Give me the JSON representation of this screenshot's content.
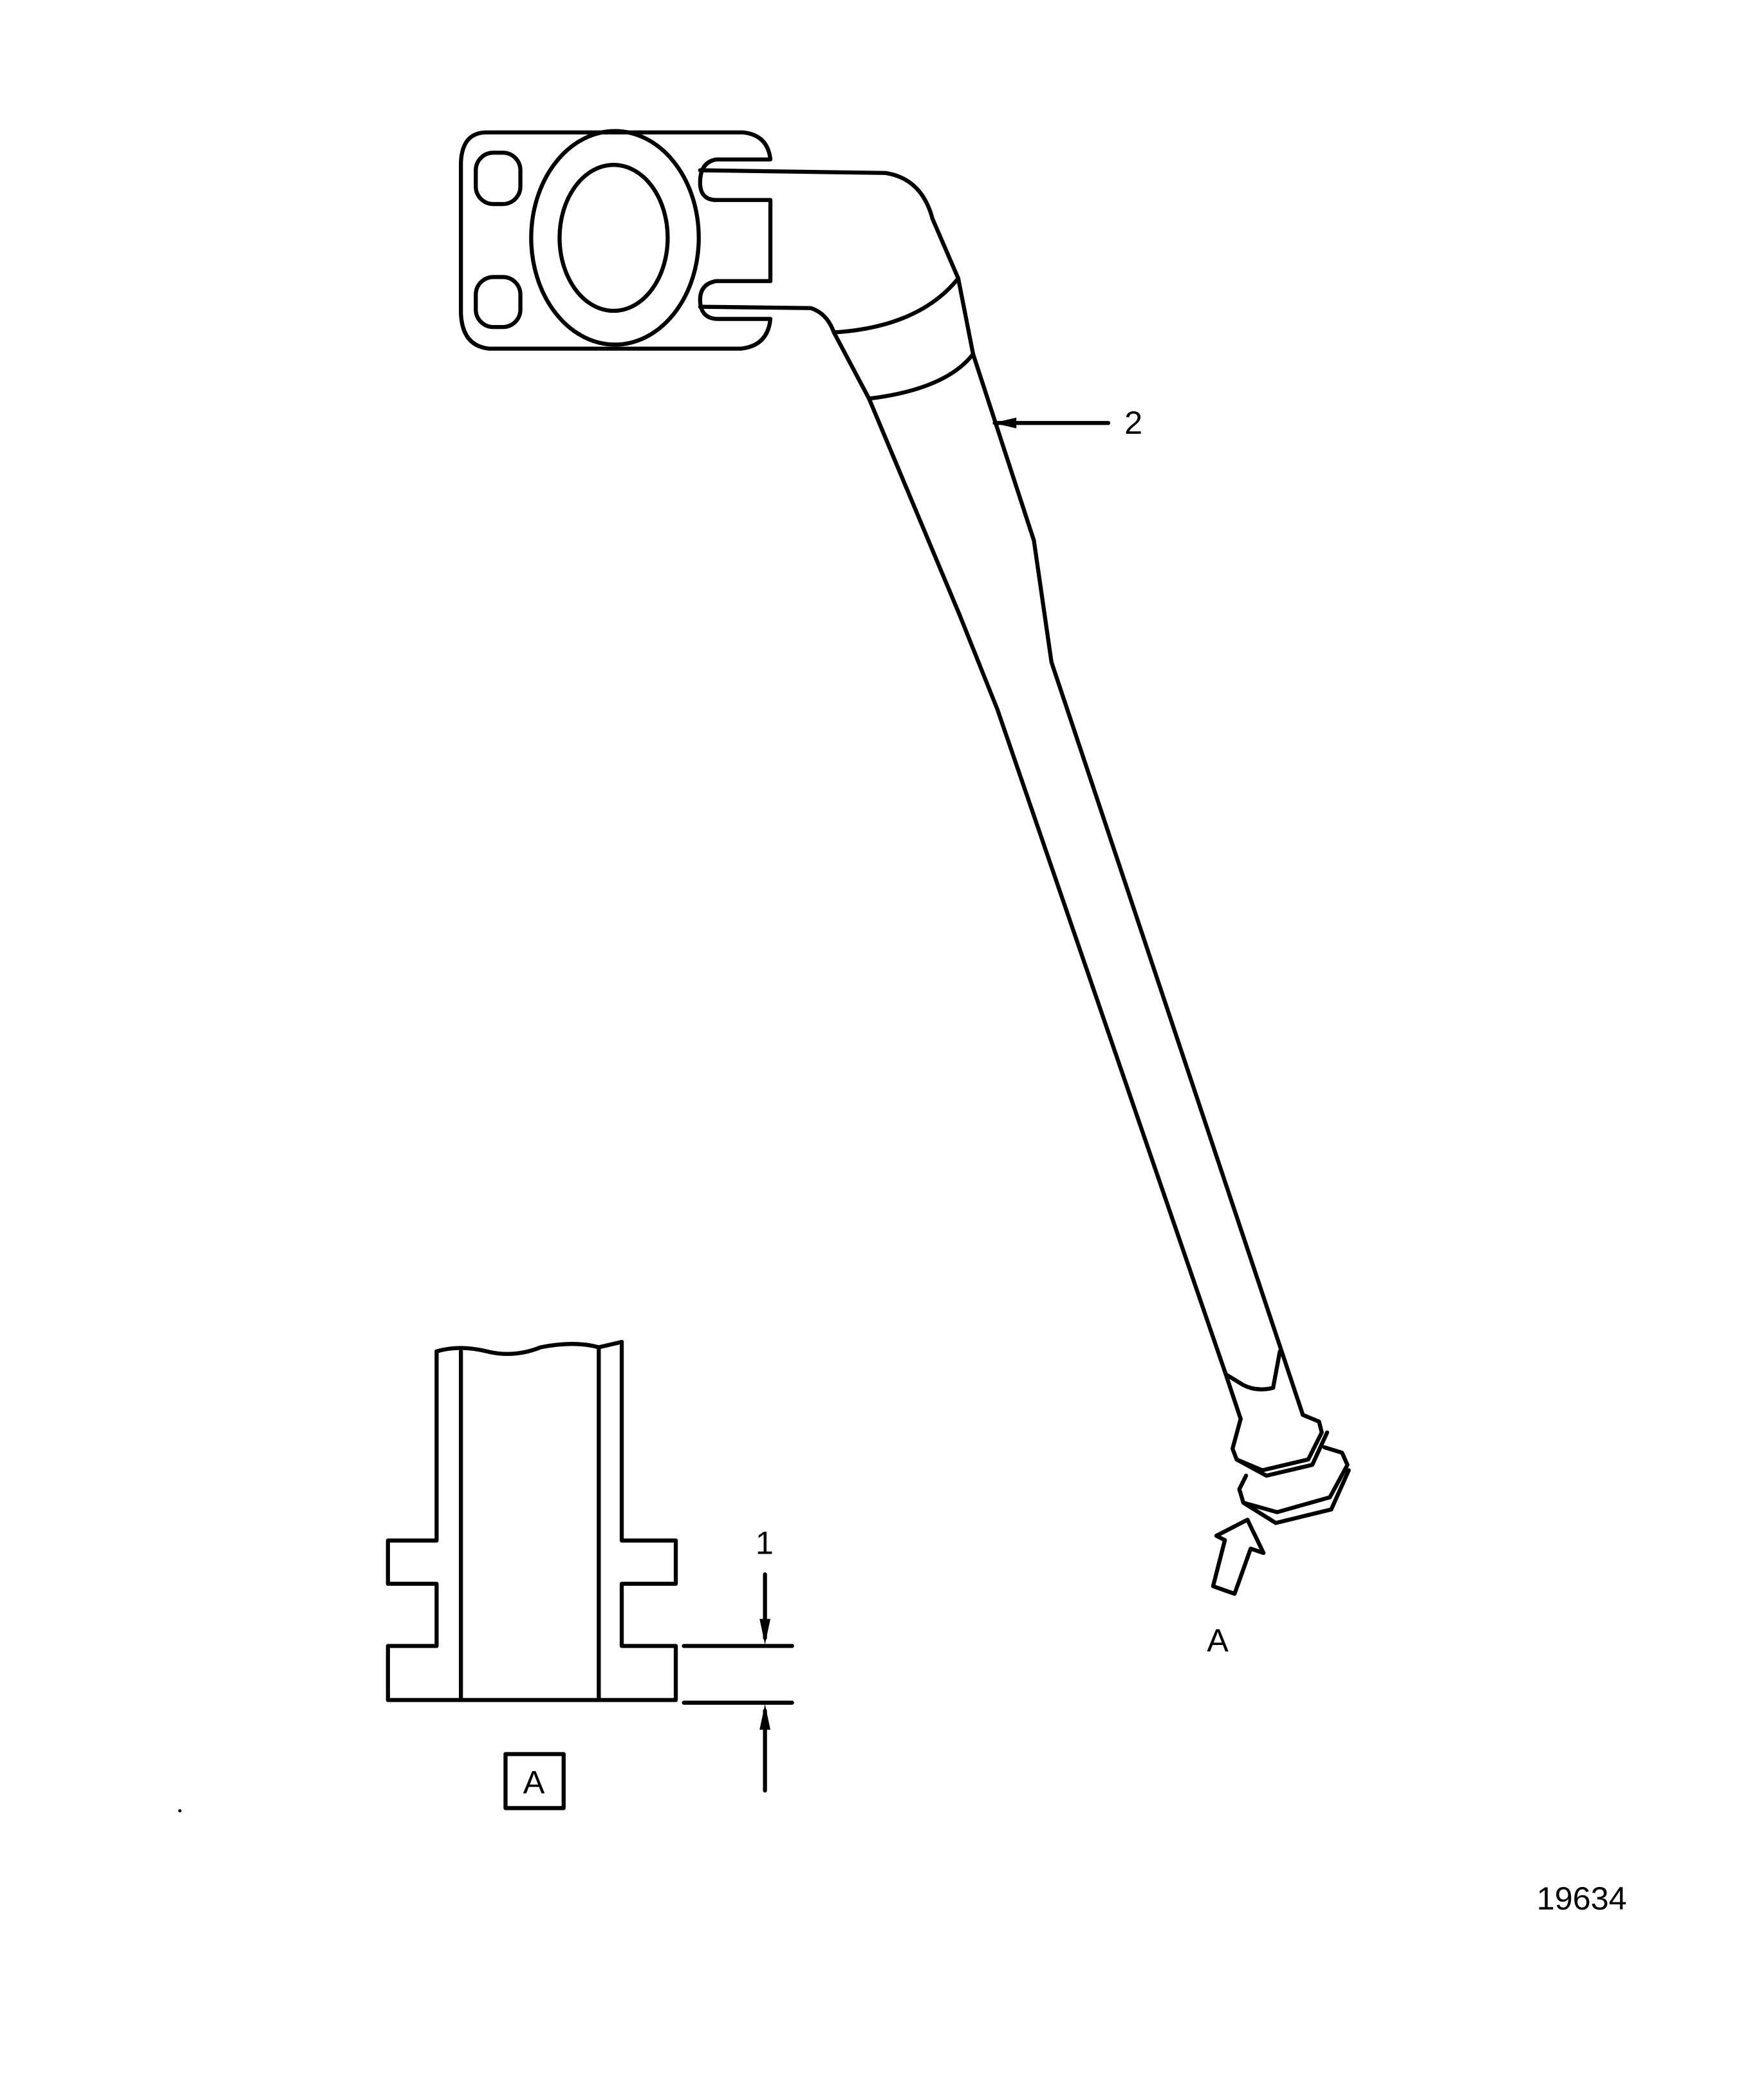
{
  "callouts": {
    "hose": "2",
    "dimension": "1",
    "view_arrow": "A",
    "detail_label": "A"
  },
  "figure_number": "19634",
  "colors": {
    "line": "#000000",
    "background": "#ffffff"
  }
}
